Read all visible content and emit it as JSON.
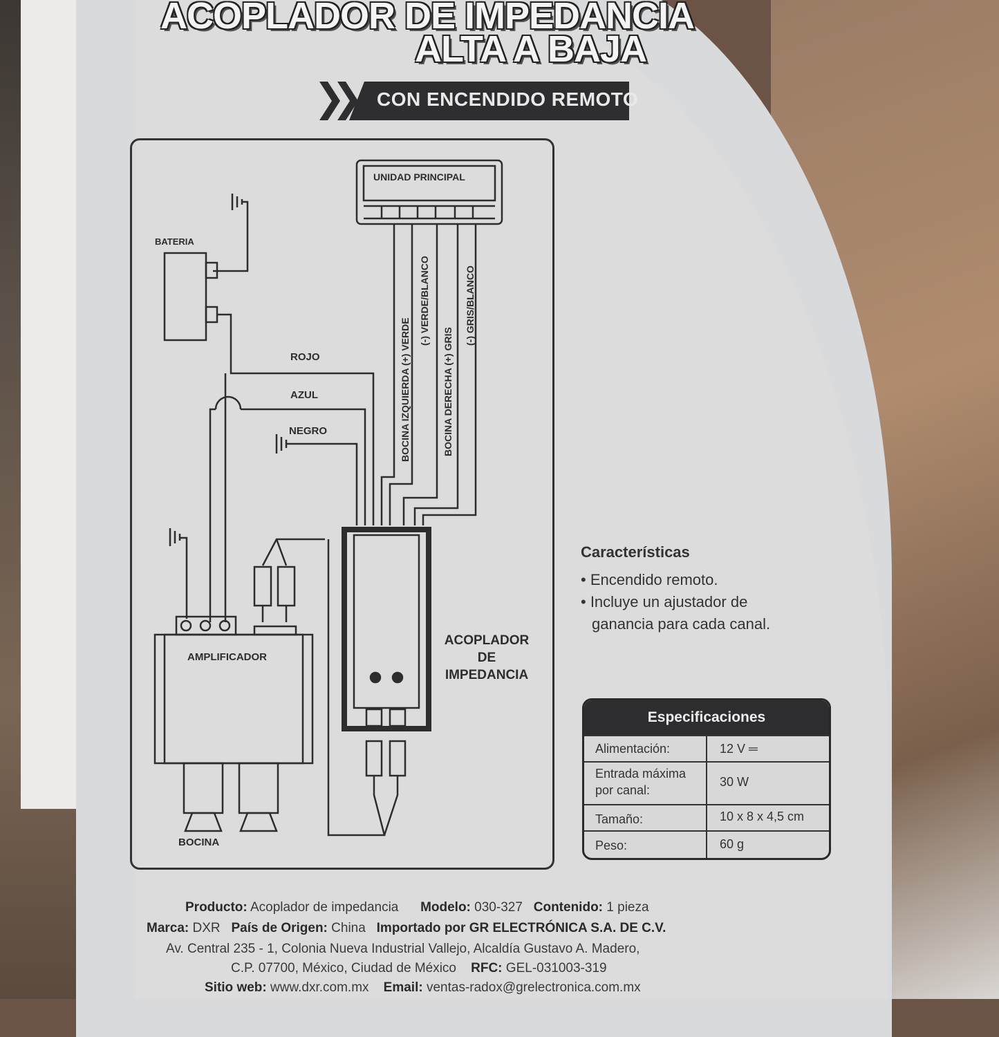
{
  "header": {
    "title_line1": "ACOPLADOR DE IMPEDANCIA",
    "title_line2": "ALTA A BAJA",
    "banner": "CON ENCENDIDO REMOTO"
  },
  "diagram": {
    "head_unit": "UNIDAD PRINCIPAL",
    "battery": "BATERIA",
    "wire_red": "ROJO",
    "wire_blue": "AZUL",
    "wire_black": "NEGRO",
    "wire_left_pos": "BOCINA IZQUIERDA (+) VERDE",
    "wire_left_neg": "(-) VERDE/BLANCO",
    "wire_right_pos": "BOCINA DERECHA (+) GRIS",
    "wire_right_neg": "(-) GRIS/BLANCO",
    "amplifier": "AMPLIFICADOR",
    "speaker": "BOCINA",
    "coupler_line1": "ACOPLADOR",
    "coupler_line2": "DE",
    "coupler_line3": "IMPEDANCIA"
  },
  "features": {
    "title": "Características",
    "item1": "• Encendido remoto.",
    "item2_line1": "• Incluye un ajustador de",
    "item2_line2": "ganancia para cada canal."
  },
  "specs": {
    "title": "Especificaciones",
    "rows": [
      {
        "key": "Alimentación:",
        "value": "12 V ═"
      },
      {
        "key_line1": "Entrada máxima",
        "key_line2": "por canal:",
        "value": "30 W"
      },
      {
        "key": "Tamaño:",
        "value": "10 x 8 x 4,5 cm"
      },
      {
        "key": "Peso:",
        "value": "60 g"
      }
    ]
  },
  "footer": {
    "product_label": "Producto:",
    "product_value": "Acoplador de impedancia",
    "model_label": "Modelo:",
    "model_value": "030-327",
    "contents_label": "Contenido:",
    "contents_value": "1 pieza",
    "brand_label": "Marca:",
    "brand_value": "DXR",
    "origin_label": "País de Origen:",
    "origin_value": "China",
    "importer": "Importado por GR ELECTRÓNICA S.A. DE C.V.",
    "address1": "Av. Central 235 - 1, Colonia Nueva Industrial Vallejo, Alcaldía Gustavo A. Madero,",
    "address2": "C.P. 07700, México, Ciudad de México",
    "rfc_label": "RFC:",
    "rfc_value": "GEL-031003-319",
    "web_label": "Sitio web:",
    "web_value": "www.dxr.com.mx",
    "email_label": "Email:",
    "email_value": "ventas-radox@grelectronica.com.mx"
  }
}
